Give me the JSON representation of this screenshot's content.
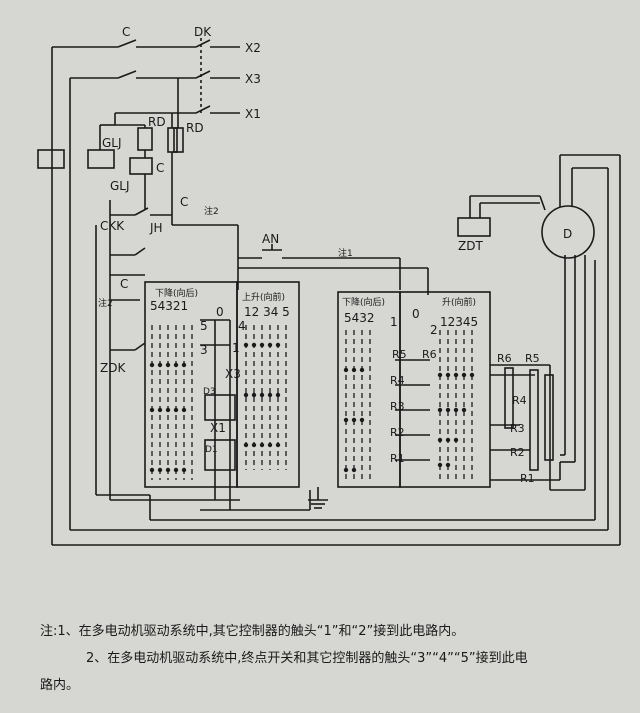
{
  "labels": {
    "c_top": "C",
    "dk": "DK",
    "x2": "X2",
    "x3": "X3",
    "x1": "X1",
    "rd_left": "RD",
    "rd_right": "RD",
    "glj_top": "GLJ",
    "glj_bottom": "GLJ",
    "c_coil": "C",
    "ckk": "CKK",
    "jh": "JH",
    "c_mid": "C",
    "note2_tag": "注2",
    "an": "AN",
    "note1_tag": "注1",
    "c_low": "C",
    "note2_tag_side": "注2",
    "zdk": "ZDK",
    "zdt": "ZDT",
    "motor": "D",
    "panel1_title": "下降(向后)",
    "panel1_nums": "54321",
    "panel2_title": "上升(向前)",
    "panel2_nums": "12 34 5",
    "panel3_title": "下降(向后)",
    "panel3_nums": "5432",
    "panel4_title": "升(向前)",
    "panel4_nums": "12345",
    "n5": "5",
    "n0a": "0",
    "n4": "4",
    "n3": "3",
    "n1a": "1",
    "x3_label": "X3",
    "d3": "D3",
    "x1_label": "X1",
    "d1": "D1",
    "n0b": "0",
    "n1b": "1",
    "n2b": "2",
    "r5a": "R5",
    "r6a": "R6",
    "r4a": "R4",
    "r3a": "R3",
    "r2a": "R2",
    "r1a": "R1",
    "r6b": "R6",
    "r5b": "R5",
    "r4b": "R4",
    "r3b": "R3",
    "r2b": "R2",
    "r1b": "R1"
  },
  "notes": {
    "line1": "注:1、在多电动机驱动系统中,其它控制器的触头“1”和“2”接到此电路内。",
    "line2": "2、在多电动机驱动系统中,终点开关和其它控制器的触头“3”“4”“5”接到此电",
    "line3": "路内。"
  }
}
